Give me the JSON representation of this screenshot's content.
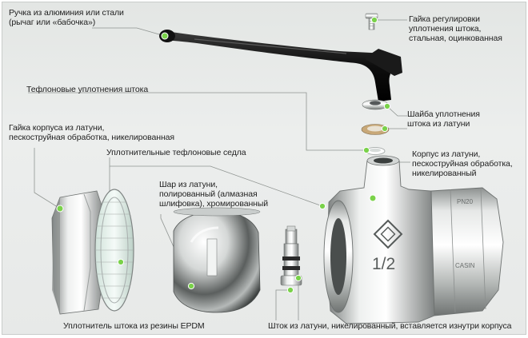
{
  "labels": {
    "handle": "Ручка из алюминия или стали\n(рычаг или «бабочка»)",
    "stem_nut": "Гайка регулировки\nуплотнения штока,\nстальная, оцинкованная",
    "teflon_stem_seals": "Тефлоновые уплотнения штока",
    "stem_washer": "Шайба уплотнения\nштока из латуни",
    "body_nut": "Гайка корпуса из латуни,\nпескоструйная обработка, никелированная",
    "teflon_seats": "Уплотнительные тефлоновые седла",
    "body": "Корпус из латуни,\nпескоструйная обработка,\nникелированный",
    "ball": "Шар из латуни,\nполированный (алмазная\nшлифовка), хромированный",
    "epdm_seal": "Уплотнитель штока из резины EPDM",
    "stem": "Шток из латуни, никелированный, вставляется изнутри корпуса"
  },
  "body_marking": "1/2",
  "body_brand": "PN20",
  "body_brand2": "CASIN",
  "colors": {
    "background": "#e7e9e8",
    "leader_line": "#8f9491",
    "marker": "#7ad24a",
    "label_text": "#1f1f1f"
  }
}
